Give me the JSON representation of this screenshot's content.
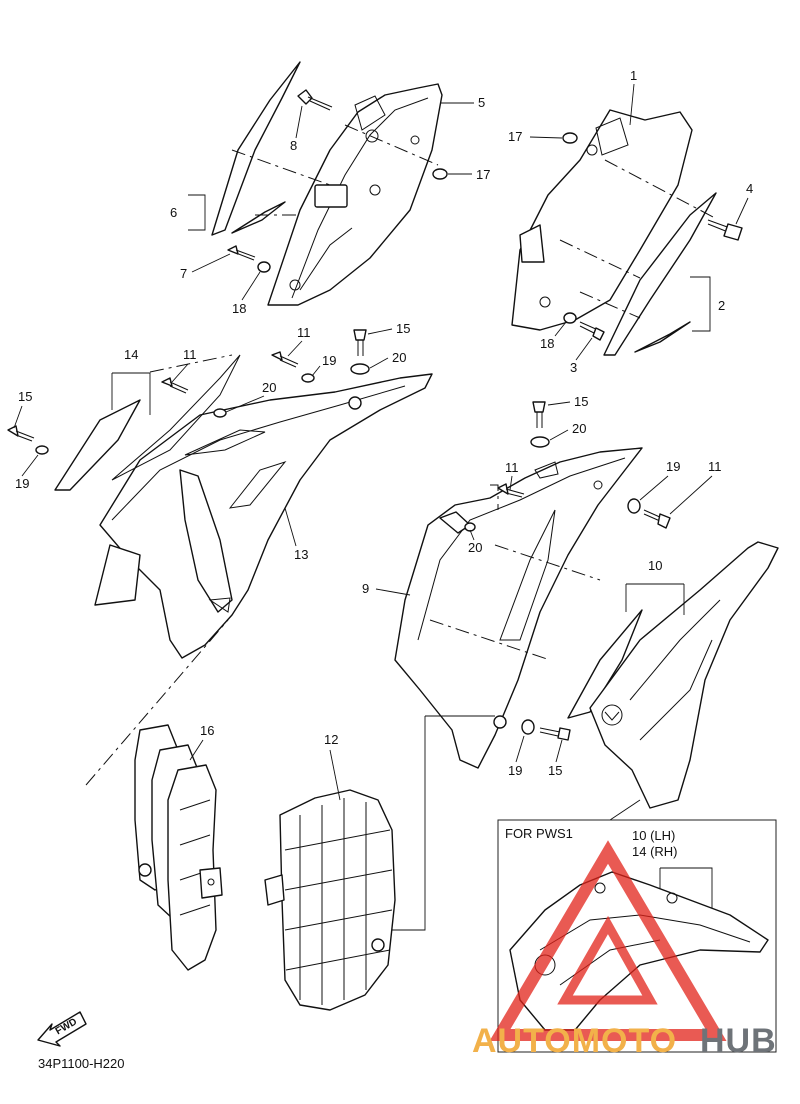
{
  "diagram_code": "34P1100-H220",
  "fwd_label": "FWD",
  "inset": {
    "title": "FOR PWS1",
    "label_a": "10 (LH)",
    "label_b": "14 (RH)"
  },
  "watermark": {
    "part1": "AUTOMOTO",
    "part2": "HUB",
    "color": "#e2231a"
  },
  "callouts": {
    "c1": "1",
    "c2": "2",
    "c3": "3",
    "c4": "4",
    "c5": "5",
    "c6": "6",
    "c7": "7",
    "c8": "8",
    "c9": "9",
    "c10": "10",
    "c11a": "11",
    "c11b": "11",
    "c11c": "11",
    "c11d": "11",
    "c12": "12",
    "c13": "13",
    "c14": "14",
    "c15a": "15",
    "c15b": "15",
    "c15c": "15",
    "c15d": "15",
    "c16": "16",
    "c17a": "17",
    "c17b": "17",
    "c18a": "18",
    "c18b": "18",
    "c19a": "19",
    "c19b": "19",
    "c19c": "19",
    "c19d": "19",
    "c20a": "20",
    "c20b": "20",
    "c20c": "20",
    "c20d": "20"
  }
}
